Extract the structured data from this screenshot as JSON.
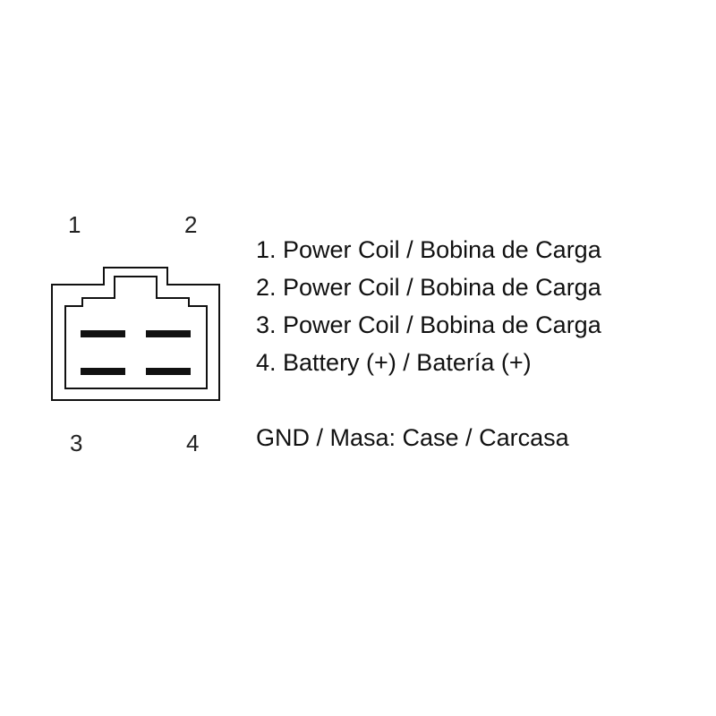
{
  "pin_numbers": [
    "1",
    "2",
    "3",
    "4"
  ],
  "pinout": [
    "1. Power Coil / Bobina de Carga",
    "2. Power Coil / Bobina de Carga",
    "3. Power Coil / Bobina de Carga",
    "4. Battery (+) / Batería (+)"
  ],
  "ground": "GND / Masa: Case / Carcasa"
}
